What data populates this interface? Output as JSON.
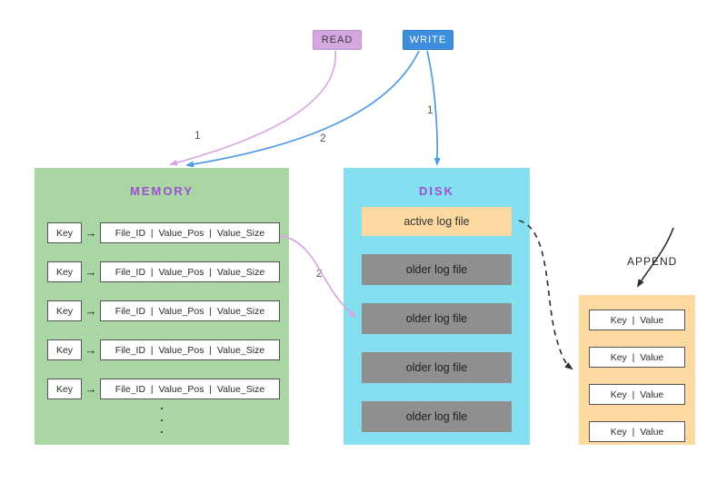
{
  "buttons": {
    "read": "READ",
    "write": "WRITE"
  },
  "arrows": {
    "read_to_memory_label": "1",
    "write_to_memory_label": "2",
    "write_to_disk_label": "1",
    "memory_to_disk_label": "2"
  },
  "memory": {
    "title": "MEMORY",
    "dot": "·",
    "rows": [
      {
        "key": "Key",
        "entry": "File_ID  |  Value_Pos  |  Value_Size"
      },
      {
        "key": "Key",
        "entry": "File_ID  |  Value_Pos  |  Value_Size"
      },
      {
        "key": "Key",
        "entry": "File_ID  |  Value_Pos  |  Value_Size"
      },
      {
        "key": "Key",
        "entry": "File_ID  |  Value_Pos  |  Value_Size"
      },
      {
        "key": "Key",
        "entry": "File_ID  |  Value_Pos  |  Value_Size"
      }
    ]
  },
  "disk": {
    "title": "DISK",
    "active_log": "active log file",
    "older_logs": [
      "older log file",
      "older log file",
      "older log file",
      "older log file"
    ]
  },
  "append": {
    "label": "APPEND",
    "rows": [
      "Key  |  Value",
      "Key  |  Value",
      "Key  |  Value",
      "Key  |  Value"
    ]
  },
  "colors": {
    "read_bg": "#d5a6e0",
    "write_bg": "#3e8ede",
    "memory_bg": "#aad6a5",
    "disk_bg": "#84dff0",
    "log_active_bg": "#fcd9a0",
    "log_older_bg": "#8f8f8f",
    "append_bg": "#fcd9a0",
    "title_text": "#a04fd0",
    "arrow_purple": "#d9a7e2",
    "arrow_blue": "#4f9be8",
    "arrow_black": "#2b2b2b"
  }
}
